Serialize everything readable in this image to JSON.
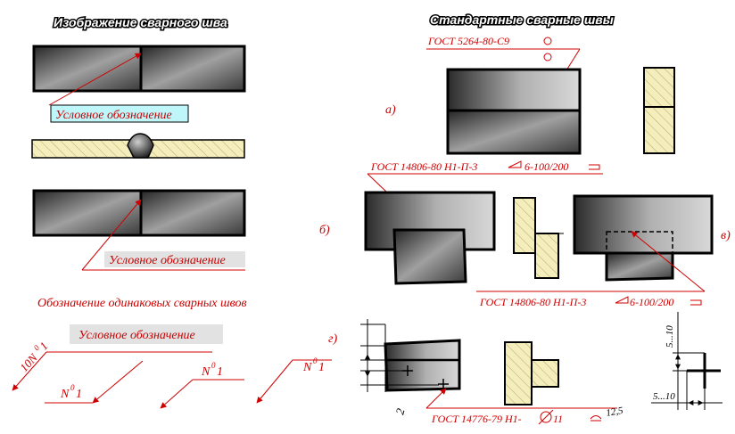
{
  "left": {
    "title": "Изображение сварного шва",
    "label_top": "Условное обозначение",
    "label_bottom": "Условное обозначение",
    "same_welds_title": "Обозначение одинаковых сварных швов",
    "same_welds_label": "Условное обозначение",
    "n_10": "10N",
    "n_sup": "0",
    "n_sub": "1",
    "n_plain": "N"
  },
  "right": {
    "title": "Стандартные сварные швы",
    "gost_a": "ГОСТ 5264-80-С9",
    "letter_a": "а)",
    "letter_b": "б)",
    "letter_v": "в)",
    "letter_g": "г)",
    "gost_b": "ГОСТ 14806-80  Н1-П-3",
    "gost_b_tail": "6-100/200",
    "gost_v": "ГОСТ 14806-80 Н1-П-3",
    "gost_v_tail": "6-100/200",
    "gost_g": "ГОСТ 14776-79  Н1-",
    "gost_g_num": "11",
    "gost_g_size": "12,5",
    "dim_2": "2",
    "dim_5_10_v": "5...10",
    "dim_5_10_h": "5...10"
  },
  "colors": {
    "leader": "#d00000",
    "label_cyan": "#bff6fa",
    "label_gray": "#e2e2e2",
    "hatch_fill": "#f4eebc"
  }
}
